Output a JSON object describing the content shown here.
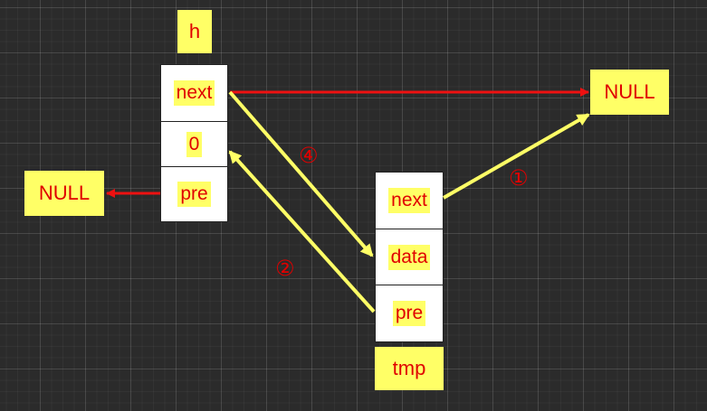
{
  "head_node": {
    "name": "h",
    "cells": [
      "next",
      "0",
      "pre"
    ]
  },
  "tmp_node": {
    "name": "tmp",
    "cells": [
      "next",
      "data",
      "pre"
    ]
  },
  "null_right": "NULL",
  "null_left": "NULL",
  "steps": {
    "one": "①",
    "two": "②",
    "four": "④"
  },
  "colors": {
    "label_fill": "#ffff66",
    "text": "#e00000",
    "red_arrow": "#ee1111",
    "yellow_arrow": "#ffff66"
  }
}
